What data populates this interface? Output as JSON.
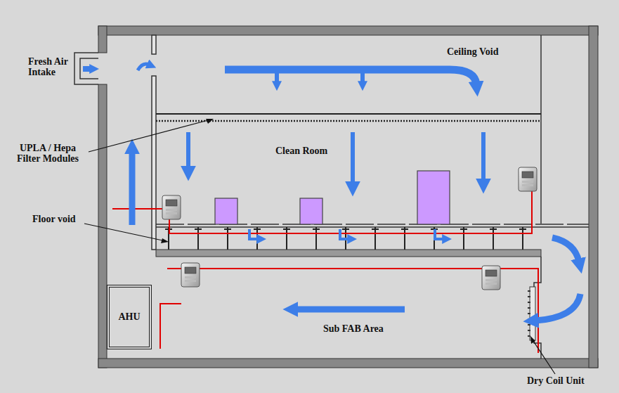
{
  "diagram": {
    "nodes": [
      {
        "text": [
          "AHU"
        ]
      }
    ],
    "labels": [
      "Fresh Air Intake",
      "Ceiling Void",
      "UPLA / Hepa Filter Modules",
      "Clean Room",
      "Floor void",
      "Sub FAB Area",
      "Dry Coil Unit"
    ]
  }
}
